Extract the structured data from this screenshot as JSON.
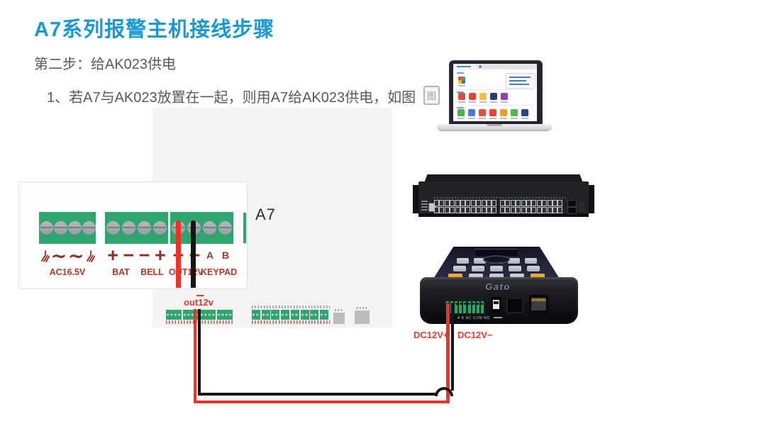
{
  "header": {
    "title": "A7系列报警主机接线步骤",
    "step": "第二步：给AK023供电",
    "instruction": "1、若A7与AK023放置在一起，则用A7给AK023供电，如图"
  },
  "panel": {
    "device_label": "A7",
    "sym_plus": "+",
    "sym_minus": "−",
    "sym_ac": "∼",
    "terminal_a": "A",
    "terminal_b": "B",
    "ac_label": "AC16.5V",
    "bat_label": "BAT",
    "bell_label": "BELL",
    "out12v_label": "OUT12V",
    "keypad_label": "KEYPAD"
  },
  "miniboard": {
    "out12v_label": "out12v"
  },
  "wiring": {
    "dc_plus_label": "DC12V+",
    "dc_minus_label": "DC12V−"
  },
  "ak023": {
    "logo": "Gato",
    "rear_label": "A  B  NC COM NO"
  },
  "watermark_glyph": "图",
  "colors": {
    "title_blue": "#1899d6",
    "text_gray": "#595959",
    "terminal_green": "#2ea46f",
    "label_red": "#b3372b",
    "symbol_red": "#8f2f23",
    "wire_red": "#f03226",
    "wire_black": "#151515",
    "annotation_red": "#e8392b"
  },
  "laptop": {
    "grid_icon_colors": [
      "#e74c3c",
      "#27ae60",
      "#f1c40f",
      "#2980b9"
    ],
    "row2_icon_colors": [
      "#d94f3d",
      "#e8442e",
      "#f0c040",
      "#2c3e66",
      "#8e44ad"
    ],
    "row3_icon_colors": [
      "#4caf50",
      "#4a7bd0",
      "#e05048",
      "#e8442e",
      "#f59b22",
      "#52b84e",
      "#28477e"
    ]
  }
}
